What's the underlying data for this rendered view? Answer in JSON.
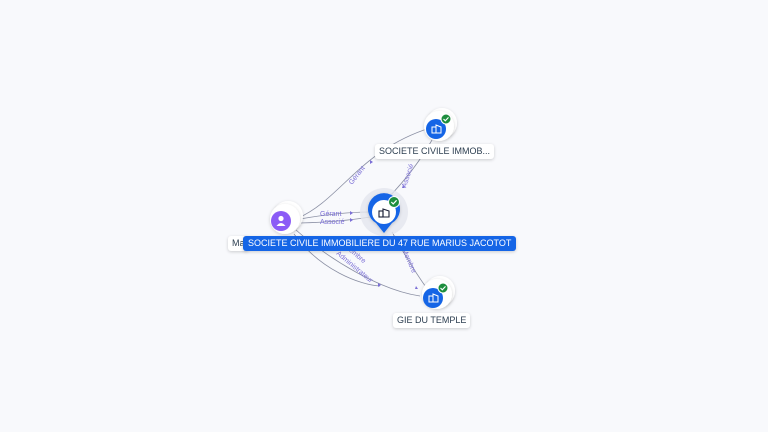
{
  "nodes": {
    "center": {
      "label": "SOCIETE CIVILE IMMOBILIERE DU 47 RUE MARIUS JACOTOT",
      "icon": "building-icon",
      "color": "#1565e6",
      "verified": true
    },
    "sci_top": {
      "label": "SOCIETE CIVILE IMMOB...",
      "icon": "building-icon",
      "color": "#1565e6",
      "verified": true
    },
    "gie": {
      "label": "GIE DU TEMPLE",
      "icon": "building-icon",
      "color": "#1565e6",
      "verified": true
    },
    "person": {
      "label": "Ma",
      "icon": "person-icon",
      "color": "#8b5cf6"
    }
  },
  "edges": {
    "person_sci_top": "Gérant",
    "person_center_gerant": "Gérant",
    "person_center_associe": "Associé",
    "sci_top_center": "Associé",
    "person_gie_membre": "Membre",
    "person_gie_admin": "Administrateur",
    "center_gie": "Membre"
  },
  "colors": {
    "verified": "#1e8e3e",
    "edge": "#8a8fa3",
    "edge_label": "#7b6fd6",
    "center_label_bg": "#1565e6"
  }
}
